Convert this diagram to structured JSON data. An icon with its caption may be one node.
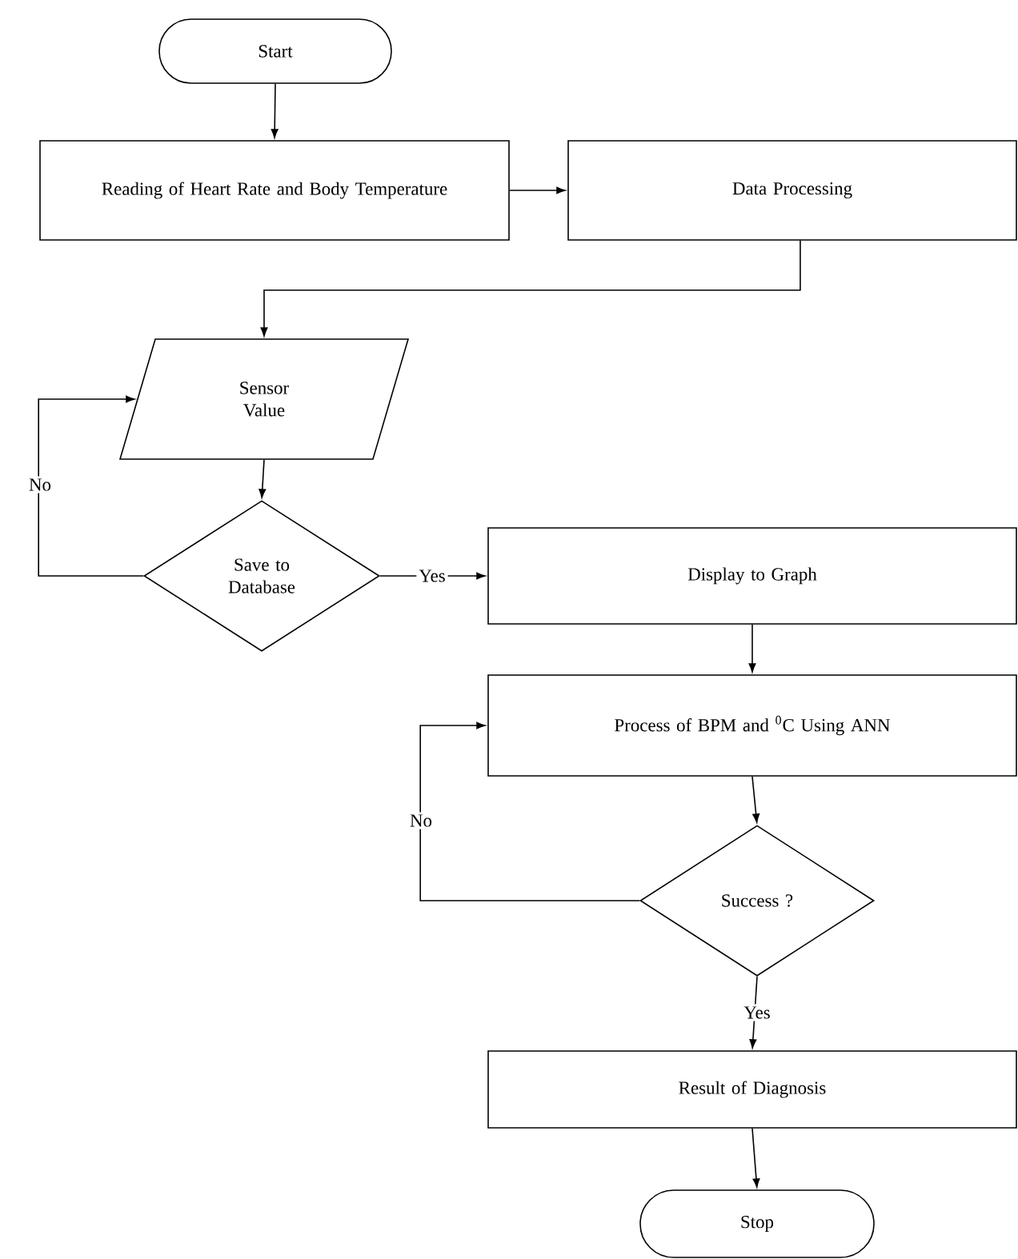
{
  "diagram": {
    "nodes": [
      {
        "text": [
          "Start"
        ]
      },
      {
        "text": [
          "Reading of Heart Rate and Body Temperature"
        ]
      },
      {
        "text": [
          "Data Processing"
        ]
      },
      {
        "text": [
          "Sensor Value"
        ]
      },
      {
        "text": [
          "Save to Database"
        ]
      },
      {
        "text": [
          "Display to Graph"
        ]
      },
      {
        "text": [
          "Process of BPM and $^{0}$C Using ANN"
        ]
      },
      {
        "text": [
          "Success ?"
        ]
      },
      {
        "text": [
          "Result of Diagnosis"
        ]
      },
      {
        "text": [
          "Stop"
        ]
      }
    ],
    "edges": [
      {
        "from": 0,
        "to": 1,
        "arrow": "to"
      },
      {
        "from": 1,
        "to": 2,
        "arrow": "to"
      },
      {
        "from": 2,
        "to": 3,
        "arrow": "to"
      },
      {
        "from": 3,
        "to": 4,
        "arrow": "to"
      },
      {
        "from": 4,
        "to": 3,
        "arrow": "to",
        "label": "No"
      },
      {
        "from": 4,
        "to": 5,
        "arrow": "to",
        "label": "Yes"
      },
      {
        "from": 5,
        "to": 6,
        "arrow": "to"
      },
      {
        "from": 6,
        "to": 7,
        "arrow": "to"
      },
      {
        "from": 7,
        "to": 6,
        "arrow": "to",
        "label": "No"
      },
      {
        "from": 7,
        "to": 8,
        "arrow": "to",
        "label": "Yes"
      },
      {
        "from": 8,
        "to": 9,
        "arrow": "to"
      }
    ]
  }
}
